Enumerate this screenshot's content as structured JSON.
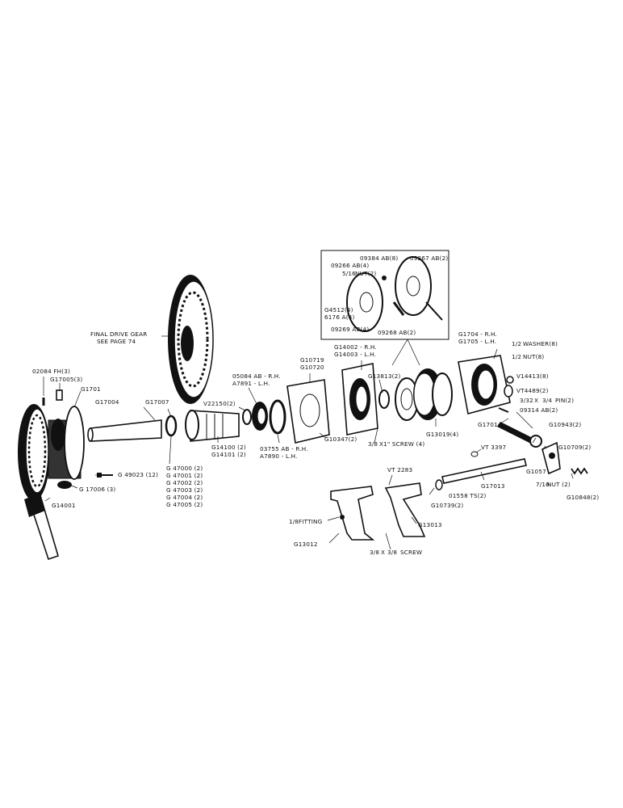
{
  "labels": {
    "final_drive_1": "FINAL DRIVE GEAR",
    "final_drive_2": "SEE PAGE 74",
    "l02084": "02084 FH(3)",
    "lG17005": "G17005(3)",
    "lG1701": "G1701",
    "lG17004": "G17004",
    "lG17007": "G17007",
    "lV22150": "V22150(2)",
    "l05084a": "05084 AB - R.H.",
    "l05084b": "A7891 - L.H.",
    "lG10719": "G10719",
    "lG10720": "G10720",
    "lG14002": "G14002 - R.H.",
    "lG14003": "G14003 - L.H.",
    "lG13813": "G13813(2)",
    "l09384": "09384 AB(8)",
    "l09267": "09267 AB(2)",
    "l09266": "09266 AB(4)",
    "lNut2": "NUT(2)",
    "lG4512": "G4512(4)",
    "l6176": "6176 A(4)",
    "l09269": "09269 AB(4)",
    "l09268": "09268 AB(2)",
    "lG1704": "G1704 - R.H.",
    "lG1705": "G1705 - L.H.",
    "lWasher": "WASHER(8)",
    "lNut8": "NUT(8)",
    "lV14413": "V14413(8)",
    "lVT4489": "VT4489(2)",
    "lPin": "PIN(2)",
    "l09314": "09314 AB(2)",
    "lG17014": "G17014",
    "lG10943": "G10943(2)",
    "lG10709": "G10709(2)",
    "lG1057": "G1057",
    "lNutR": "NUT (2)",
    "lG10848": "G10848(2)",
    "lG13019": "G13019(4)",
    "lScrew1": "X1\" SCREW (4)",
    "lG10347": "G10347(2)",
    "l03755a": "03755 AB - R.H.",
    "l03755b": "A7890 - L.H.",
    "lG14100": "G14100 (2)",
    "lG14101": "G14101 (2)",
    "lG47000": "G 47000 (2)",
    "lG47001": "G 47001 (2)",
    "lG47002": "G 47002 (2)",
    "lG47003": "G 47003 (2)",
    "lG47004": "G 47004 (2)",
    "lG47005": "G 47005 (2)",
    "lG49023": "G 49023 (12)",
    "lG17006": "G 17006 (3)",
    "lG14001": "G14001",
    "lVT3397": "VT 3397",
    "lVT2283": "VT 2283",
    "lG17013": "G17013",
    "l01558": "01558 TS(2)",
    "lG10739": "G10739(2)",
    "lFitting": "FITTING",
    "lG13013": "G13013",
    "lG13012": "G13012",
    "lScrew2": "SCREW",
    "f5_16": "5/16",
    "f1_2a": "1/2",
    "f1_2b": "1/2",
    "f3_32": "3/32",
    "f3_4": "3/4",
    "f7_16": "7/16",
    "f3_8a": "3/8",
    "f1_8": "1/8",
    "f3_8b": "3/8",
    "f3_8c": "3/8",
    "x_sep": "X"
  }
}
